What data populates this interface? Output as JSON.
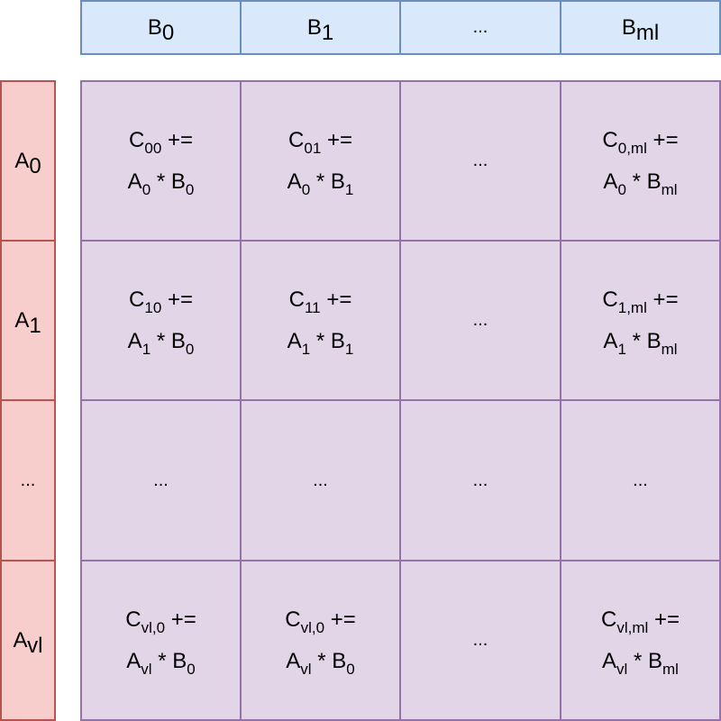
{
  "b_header": [
    {
      "letter": "B",
      "sub": "0"
    },
    {
      "letter": "B",
      "sub": "1"
    },
    {
      "letter": "...",
      "sub": ""
    },
    {
      "letter": "B",
      "sub": "ml"
    }
  ],
  "a_header": [
    {
      "letter": "A",
      "sub": "0"
    },
    {
      "letter": "A",
      "sub": "1"
    },
    {
      "letter": "...",
      "sub": ""
    },
    {
      "letter": "A",
      "sub": "vl"
    }
  ],
  "grid": [
    [
      {
        "c_sub": "00",
        "a_sub": "0",
        "b_sub": "0"
      },
      {
        "c_sub": "01",
        "a_sub": "0",
        "b_sub": "1"
      },
      {
        "ellipsis": "..."
      },
      {
        "c_sub": "0,ml",
        "a_sub": "0",
        "b_sub": "ml"
      }
    ],
    [
      {
        "c_sub": "10",
        "a_sub": "1",
        "b_sub": "0"
      },
      {
        "c_sub": "11",
        "a_sub": "1",
        "b_sub": "1"
      },
      {
        "ellipsis": "..."
      },
      {
        "c_sub": "1,ml",
        "a_sub": "1",
        "b_sub": "ml"
      }
    ],
    [
      {
        "ellipsis": "..."
      },
      {
        "ellipsis": "..."
      },
      {
        "ellipsis": "..."
      },
      {
        "ellipsis": "..."
      }
    ],
    [
      {
        "c_sub": "vl,0",
        "a_sub": "vl",
        "b_sub": "0"
      },
      {
        "c_sub": "vl,0",
        "a_sub": "vl",
        "b_sub": "0"
      },
      {
        "ellipsis": "..."
      },
      {
        "c_sub": "vl,ml",
        "a_sub": "vl",
        "b_sub": "ml"
      }
    ]
  ],
  "symbols": {
    "c": "C",
    "a": "A",
    "b": "B",
    "op_assign": "+=",
    "op_mul": "*"
  },
  "colors": {
    "b_fill": "#dae8fc",
    "b_stroke": "#6c8ebf",
    "a_fill": "#f8cecc",
    "a_stroke": "#b85450",
    "c_fill": "#e1d5e7",
    "c_stroke": "#9673a6"
  }
}
